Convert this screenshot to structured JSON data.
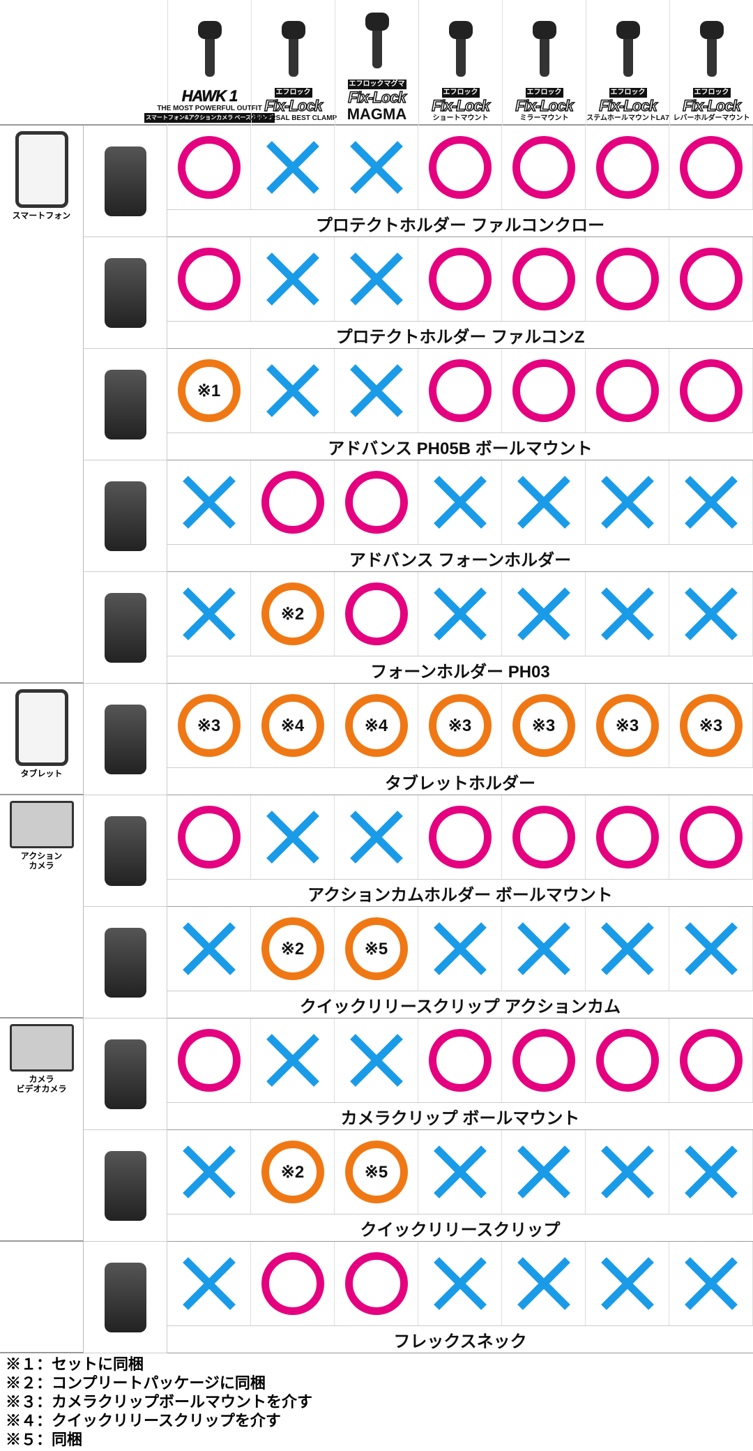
{
  "colors": {
    "ok": "#e4007f",
    "conditional": "#f07814",
    "ng": "#1a9be8"
  },
  "header": [
    {
      "brand": "HAWK 1",
      "sub1": "THE MOST POWERFUL OUTFIT",
      "sub2": "スマートフォン&アクションカメラ ベースクランプ"
    },
    {
      "brand": "Fix-Lock",
      "sub1": "エフロック",
      "sub2": "UNIVERSAL BEST CLAMP"
    },
    {
      "brand": "Fix-Lock",
      "sub1": "エフロックマグマ",
      "sub2": "MAGMA"
    },
    {
      "brand": "Fix-Lock",
      "sub1": "エフロック",
      "sub2": "ショートマウント"
    },
    {
      "brand": "Fix-Lock",
      "sub1": "エフロック",
      "sub2": "ミラーマウント"
    },
    {
      "brand": "Fix-Lock",
      "sub1": "エフロック",
      "sub2": "ステムホールマウントLA7"
    },
    {
      "brand": "Fix-Lock",
      "sub1": "エフロック",
      "sub2": "レバーホルダーマウント"
    }
  ],
  "categories": [
    {
      "label": "スマートフォン",
      "rows": 5,
      "icon": "smartphone-icon"
    },
    {
      "label": "タブレット",
      "rows": 1,
      "icon": "tablet-icon"
    },
    {
      "label": "アクション\nカメラ",
      "rows": 2,
      "icon": "action-camera-icon"
    },
    {
      "label": "カメラ\nビデオカメラ",
      "rows": 2,
      "icon": "camera-icon"
    },
    {
      "label": "",
      "rows": 1,
      "icon": ""
    }
  ],
  "rows": [
    {
      "name": "プロテクトホルダー ファルコンクロー",
      "marks": [
        "O",
        "X",
        "X",
        "O",
        "O",
        "O",
        "O"
      ]
    },
    {
      "name": "プロテクトホルダー ファルコンZ",
      "marks": [
        "O",
        "X",
        "X",
        "O",
        "O",
        "O",
        "O"
      ]
    },
    {
      "name": "アドバンス PH05B ボールマウント",
      "marks": [
        "※1",
        "X",
        "X",
        "O",
        "O",
        "O",
        "O"
      ]
    },
    {
      "name": "アドバンス フォーンホルダー",
      "marks": [
        "X",
        "O",
        "O",
        "X",
        "X",
        "X",
        "X"
      ]
    },
    {
      "name": "フォーンホルダー PH03",
      "marks": [
        "X",
        "※2",
        "O",
        "X",
        "X",
        "X",
        "X"
      ]
    },
    {
      "name": "タブレットホルダー",
      "marks": [
        "※3",
        "※4",
        "※4",
        "※3",
        "※3",
        "※3",
        "※3"
      ]
    },
    {
      "name": "アクションカムホルダー ボールマウント",
      "marks": [
        "O",
        "X",
        "X",
        "O",
        "O",
        "O",
        "O"
      ]
    },
    {
      "name": "クイックリリースクリップ アクションカム",
      "marks": [
        "X",
        "※2",
        "※5",
        "X",
        "X",
        "X",
        "X"
      ]
    },
    {
      "name": "カメラクリップ ボールマウント",
      "marks": [
        "O",
        "X",
        "X",
        "O",
        "O",
        "O",
        "O"
      ]
    },
    {
      "name": "クイックリリースクリップ",
      "marks": [
        "X",
        "※2",
        "※5",
        "X",
        "X",
        "X",
        "X"
      ]
    },
    {
      "name": "フレックスネック",
      "marks": [
        "X",
        "O",
        "O",
        "X",
        "X",
        "X",
        "X"
      ]
    }
  ],
  "notes": [
    "※１：セットに同梱",
    "※２：コンプリートパッケージに同梱",
    "※３：カメラクリップボールマウントを介す",
    "※４：クイックリリースクリップを介す",
    "※５：同梱"
  ]
}
